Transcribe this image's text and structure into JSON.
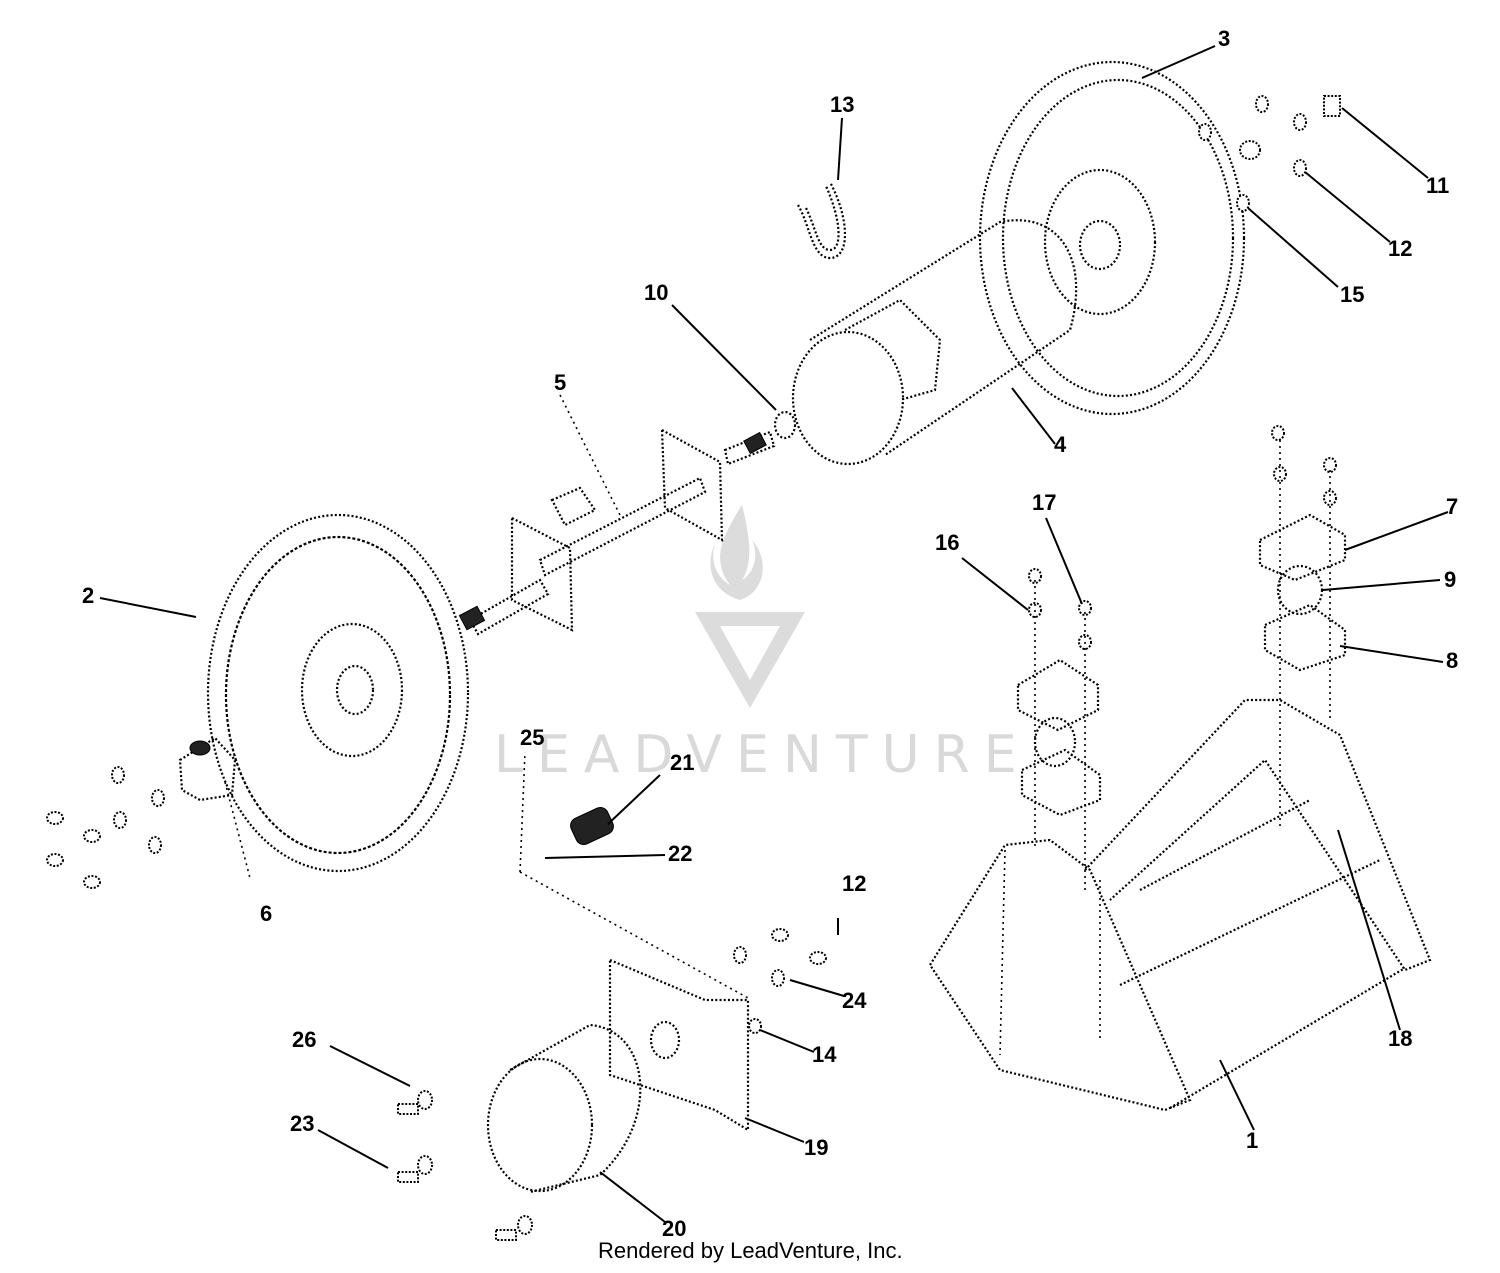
{
  "diagram": {
    "callouts": [
      "1",
      "2",
      "3",
      "4",
      "5",
      "6",
      "7",
      "8",
      "9",
      "10",
      "11",
      "12",
      "13",
      "14",
      "15",
      "16",
      "17",
      "18",
      "19",
      "20",
      "21",
      "22",
      "23",
      "24",
      "25",
      "26"
    ],
    "watermark": {
      "text": "LEADVENTURE",
      "logo": "leadventure-flame-v-logo"
    },
    "credit": "Rendered by LeadVenture, Inc."
  },
  "colors": {
    "ink": "#000000",
    "watermark": "#d9d9d9",
    "background": "#ffffff"
  }
}
